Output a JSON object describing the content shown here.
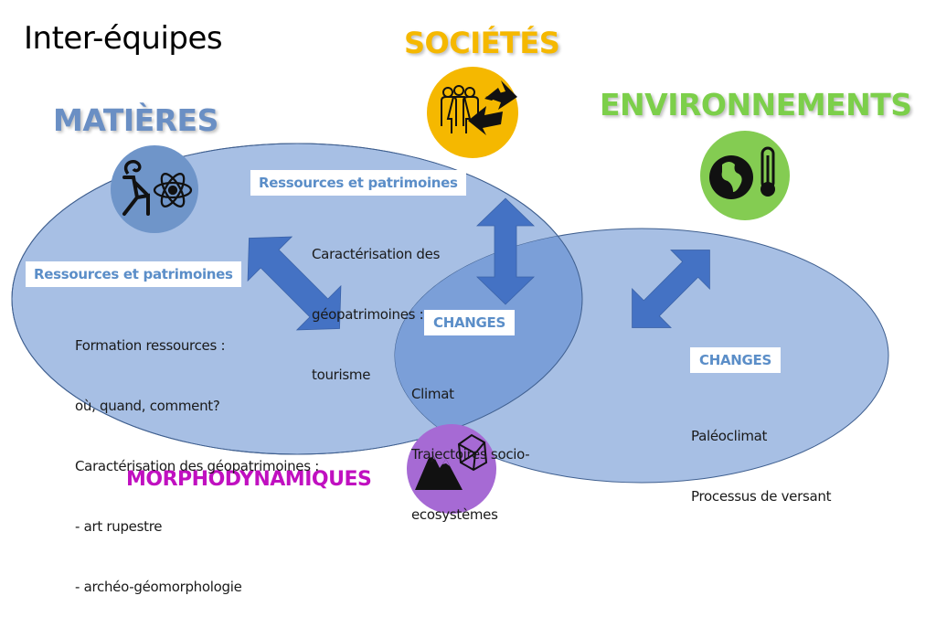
{
  "title": "Inter-équipes",
  "groups": {
    "matieres": {
      "label": "MATIÈRES",
      "color": "#6a8fc4",
      "icon": "rock-art-ibex-and-atom-icon"
    },
    "societes": {
      "label": "SOCIÉTÉS",
      "color": "#f5b800",
      "icon": "people-exchange-icon"
    },
    "environnements": {
      "label": "ENVIRONNEMENTS",
      "color": "#7ccf4a",
      "icon": "globe-thermometer-icon"
    },
    "morphodynamiques": {
      "label": "MORPHODYNAMIQUES",
      "color": "#c010c0",
      "icon": "mountain-crystal-icon"
    }
  },
  "boxes": {
    "left_resources": {
      "label": "Ressources et patrimoines",
      "lines": [
        "Formation ressources :",
        "où, quand, comment?",
        "Caractérisation des géopatrimoines :",
        "- art rupestre",
        "- archéo-géomorphologie"
      ]
    },
    "top_resources": {
      "label": "Ressources et patrimoines",
      "lines": [
        "Caractérisation des",
        "géopatrimoines :",
        "tourisme"
      ]
    },
    "center_changes": {
      "label": "CHANGES",
      "lines": [
        "Climat",
        "Trajectoires socio-",
        "ecosystèmes"
      ]
    },
    "right_changes": {
      "label": "CHANGES",
      "lines": [
        "Paléoclimat",
        "Processus de versant"
      ]
    }
  },
  "colors": {
    "ellipse_fill": "#a7bfe4",
    "ellipse_overlap": "#7b9fd8",
    "ellipse_stroke": "#3f5f8f",
    "arrow_fill": "#4472c4",
    "label_text": "#5b8ec8"
  }
}
